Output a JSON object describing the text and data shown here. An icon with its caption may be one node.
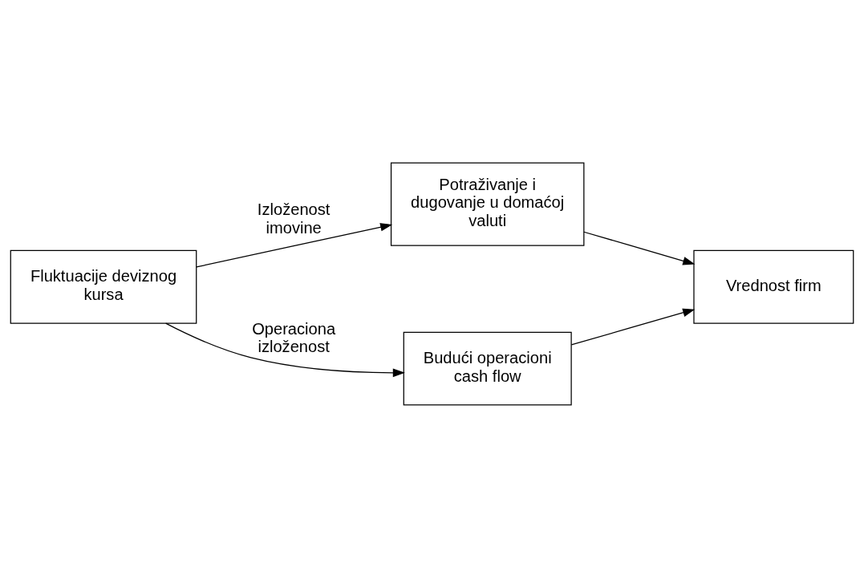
{
  "diagram": {
    "nodes": [
      {
        "text": [
          "Potraživanje i dugovanje u domaćoj valuti"
        ]
      },
      {
        "text": [
          "Fluktuacije deviznog kursa"
        ]
      },
      {
        "text": [
          "Vrednost firm"
        ]
      },
      {
        "text": [
          "Budući operacioni cash flow"
        ]
      }
    ],
    "edges": [
      {
        "from": 1,
        "to": 0,
        "arrow": "to",
        "label": "Izloženost imovine"
      },
      {
        "from": 1,
        "to": 3,
        "arrow": "to",
        "label": "Operaciona izloženost"
      },
      {
        "from": 0,
        "to": 2,
        "arrow": "to"
      },
      {
        "from": 3,
        "to": 2,
        "arrow": "to"
      }
    ]
  }
}
